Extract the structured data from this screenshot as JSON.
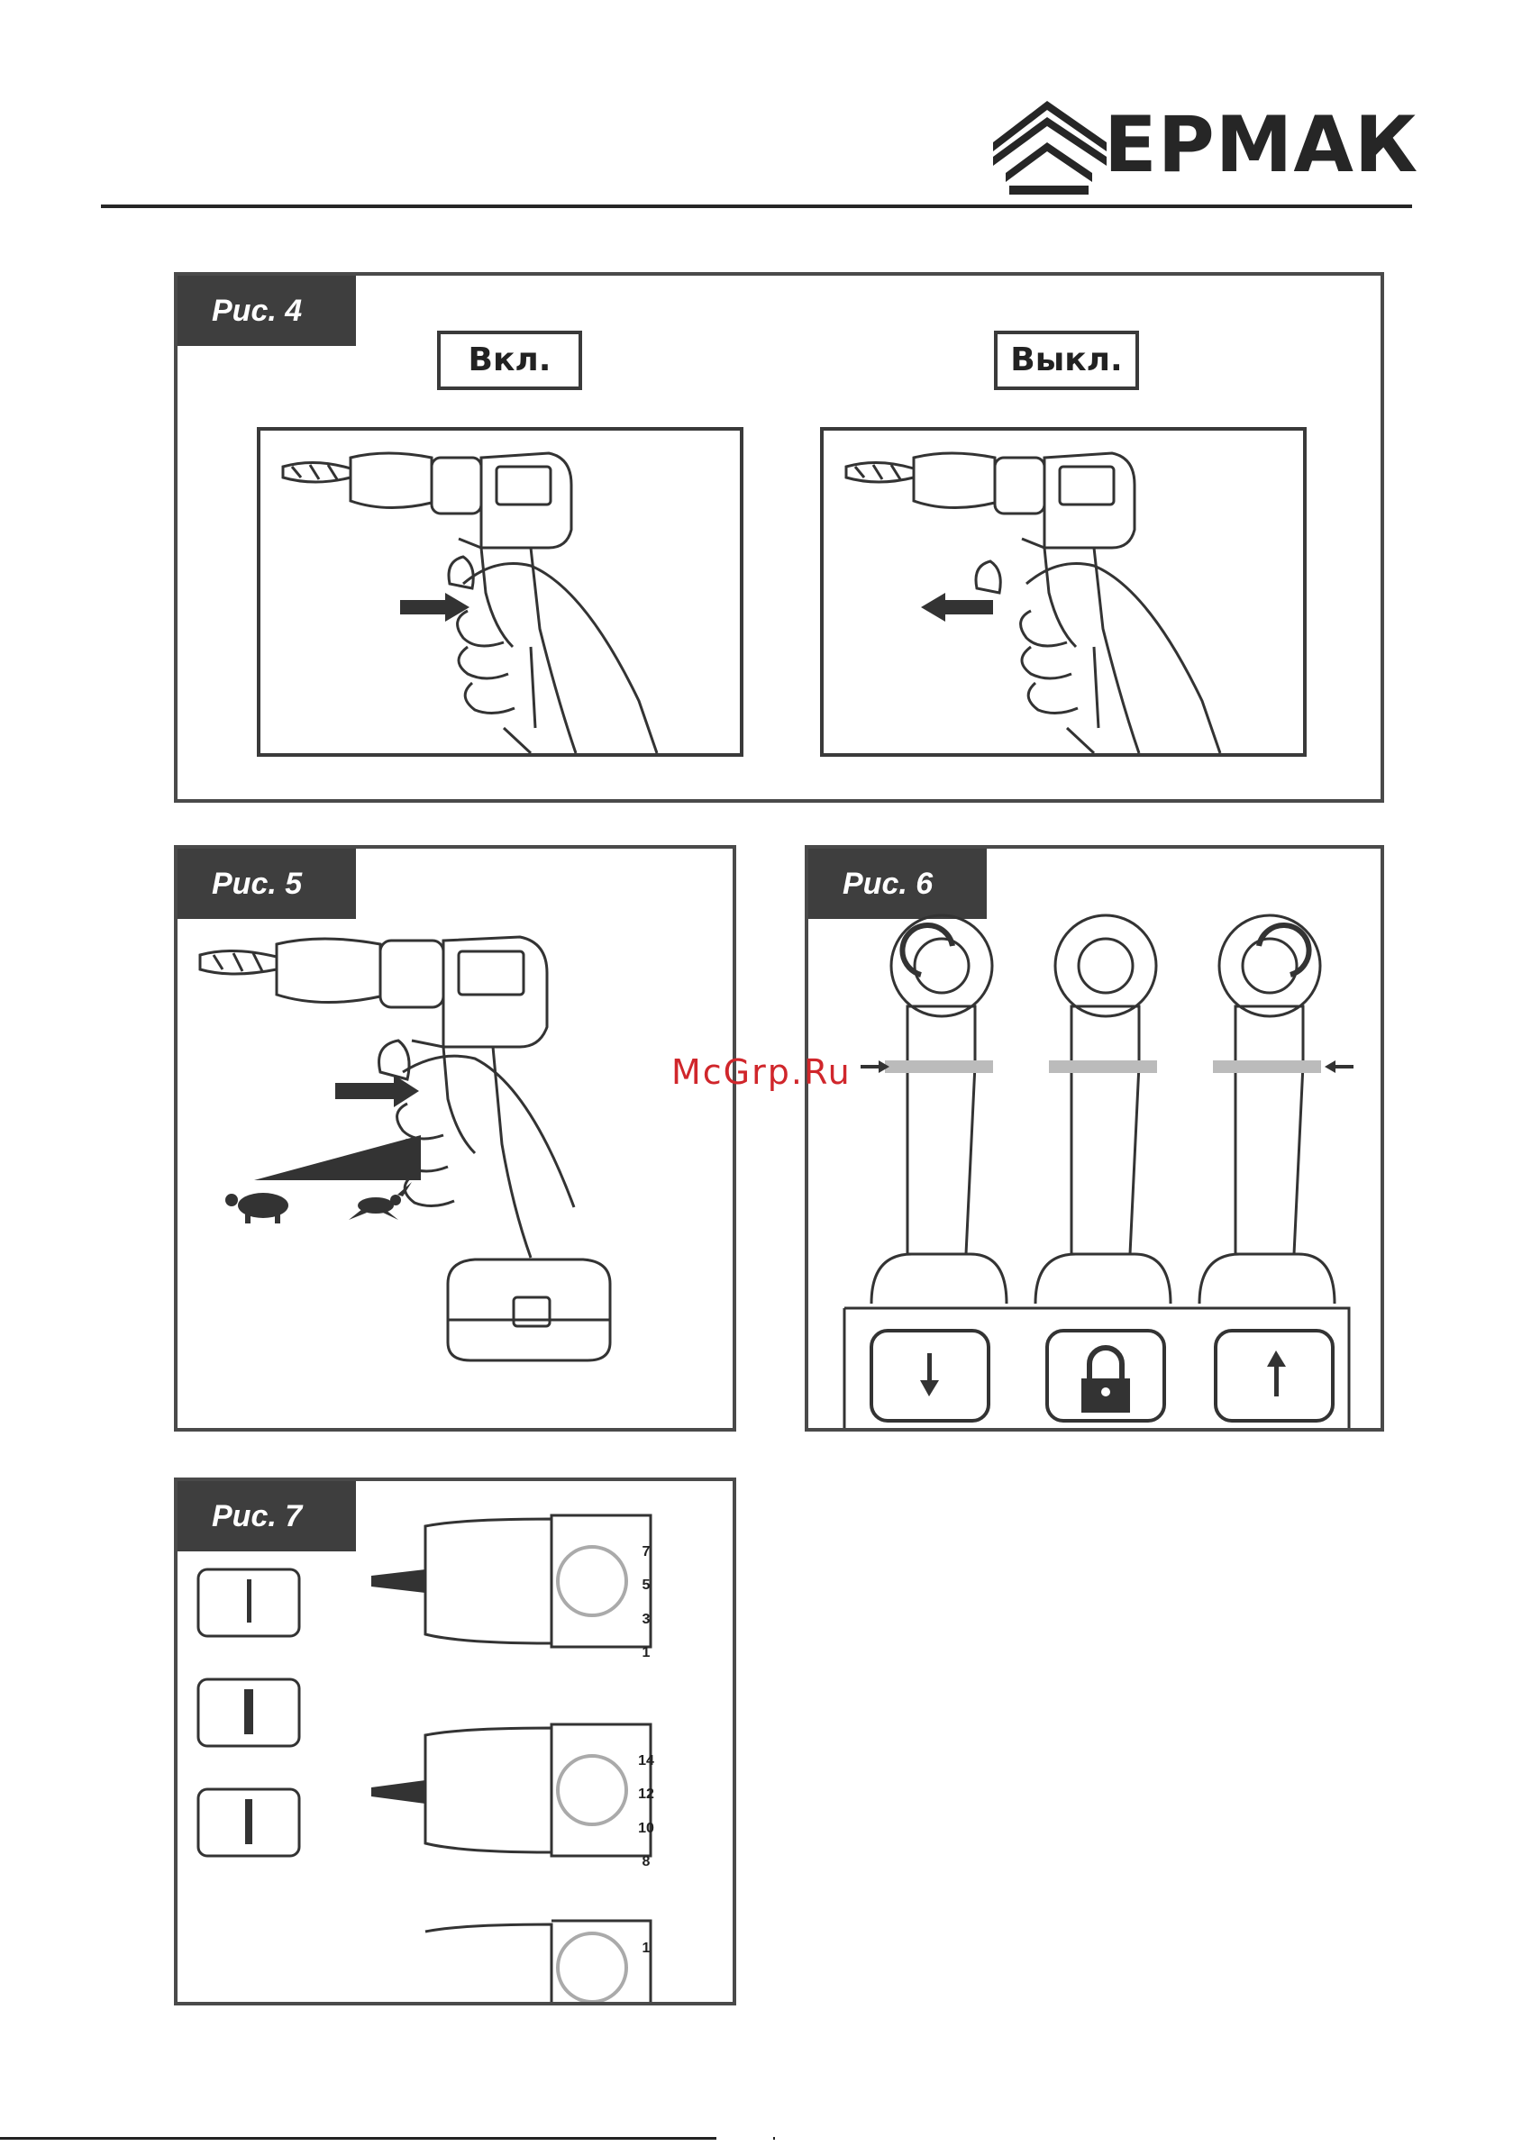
{
  "brand": {
    "name": "ЕРМАК"
  },
  "fig4": {
    "label": "Рис. 4",
    "on_label": "Вкл.",
    "off_label": "Выкл."
  },
  "fig5": {
    "label": "Рис. 5"
  },
  "fig6": {
    "label": "Рис. 6"
  },
  "fig7": {
    "label": "Рис. 7",
    "dial1": [
      "1",
      "3",
      "5",
      "7"
    ],
    "dial2": [
      "8",
      "10",
      "12",
      "14"
    ],
    "dial3": [
      "1"
    ]
  },
  "watermark": "McGrp.Ru",
  "icons": [
    "drill-icon",
    "hand-icon",
    "arrow-right-icon",
    "arrow-left-icon",
    "turtle-icon",
    "rabbit-icon",
    "lock-icon",
    "nail-icon",
    "screw-icon",
    "drill-bit-icon",
    "rotate-ccw-icon",
    "rotate-cw-icon"
  ]
}
